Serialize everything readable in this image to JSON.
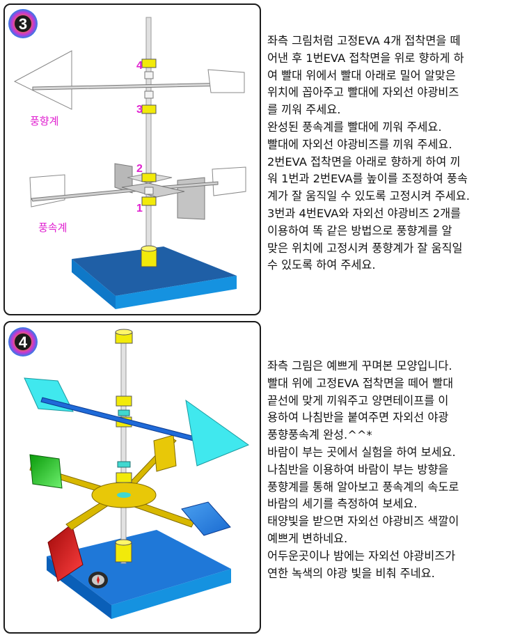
{
  "step3": {
    "number": "3",
    "labels": {
      "wind_vane": "풍향계",
      "anemometer": "풍속계",
      "eva1": "1",
      "eva2": "2",
      "eva3": "3",
      "eva4": "4"
    },
    "lines": [
      "좌측 그림처럼 고정EVA 4개 접착면을 떼",
      "어낸 후 1번EVA 접착면을 위로 향하게 하",
      "여 빨대 위에서 빨대 아래로 밀어 알맞은",
      "위치에 꼽아주고 빨대에 자외선 야광비즈",
      "를 끼워 주세요.",
      "완성된 풍속계를 빨대에 끼워 주세요.",
      "빨대에 자외선 야광비즈를 끼워 주세요.",
      "2번EVA 접착면을 아래로 향하게 하여 끼",
      "워 1번과 2번EVA를 높이를 조정하여 풍속",
      "계가 잘 움직일 수 있도록 고정시켜 주세요.",
      "3번과 4번EVA와 자외선 야광비즈 2개를",
      "이용하여 똑 같은 방법으로 풍향계를 알",
      "맞은 위치에 고정시켜 풍향계가 잘 움직일",
      "수 있도록 하여 주세요."
    ]
  },
  "step4": {
    "number": "4",
    "lines": [
      "좌측 그림은 예쁘게 꾸며본 모양입니다.",
      "빨대 위에 고정EVA 접착면을 떼어 빨대",
      "끝선에 맞게 끼워주고 양면테이프를 이",
      "용하여 나침반을 붙여주면 자외선 야광",
      "풍향풍속계 완성.^^*",
      "바람이 부는 곳에서 실험을 하여 보세요.",
      "나침반을 이용하여 바람이 부는 방향을",
      "풍향계를 통해 알아보고 풍속계의 속도로",
      "바람의 세기를 측정하여 보세요.",
      "태양빛을 받으면 자외선 야광비즈 색깔이",
      "예쁘게 변하네요.",
      "어두운곳이나 밤에는 자외선 야광비즈가",
      "연한 녹색의 야광 빛을 비춰 주네요."
    ]
  },
  "colors": {
    "base_top": "#1f5fa6",
    "base_side": "#1592e0",
    "eva_yellow": "#f2ea0a",
    "label_magenta": "#e020d0",
    "vane_cyan": "#40e8ee",
    "arm_gold": "#d8b800",
    "card_green": "#1ec81e",
    "card_red": "#d81818"
  },
  "icons": [
    "step-badge-icon",
    "compass-icon"
  ]
}
